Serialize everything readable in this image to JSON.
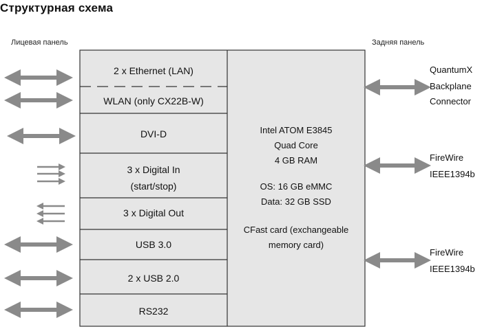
{
  "title": "Структурная схема",
  "front_label": "Лицевая панель",
  "rear_label": "Задняя панель",
  "modules": [
    {
      "label": "2 x Ethernet (LAN)"
    },
    {
      "label": "WLAN (only CX22B-W)"
    },
    {
      "label": "DVI-D"
    },
    {
      "label": "3 x Digital In",
      "label2": "(start/stop)"
    },
    {
      "label": "3 x Digital Out"
    },
    {
      "label": "USB 3.0"
    },
    {
      "label": "2 x USB 2.0"
    },
    {
      "label": "RS232"
    }
  ],
  "cpu_lines": [
    "Intel ATOM E3845",
    "Quad Core",
    "4 GB RAM",
    "OS: 16 GB eMMC",
    "Data: 32 GB SSD",
    "CFast card (exchangeable",
    "memory card)"
  ],
  "right_ports": [
    {
      "lines": [
        "QuantumX",
        "Backplane",
        "Connector"
      ]
    },
    {
      "lines": [
        "FireWire",
        "IEEE1394b"
      ]
    },
    {
      "lines": [
        "FireWire",
        "IEEE1394b"
      ]
    }
  ],
  "colors": {
    "arrow": "#8a8a8a",
    "box_fill": "#e6e6e6",
    "box_stroke": "#333333"
  }
}
